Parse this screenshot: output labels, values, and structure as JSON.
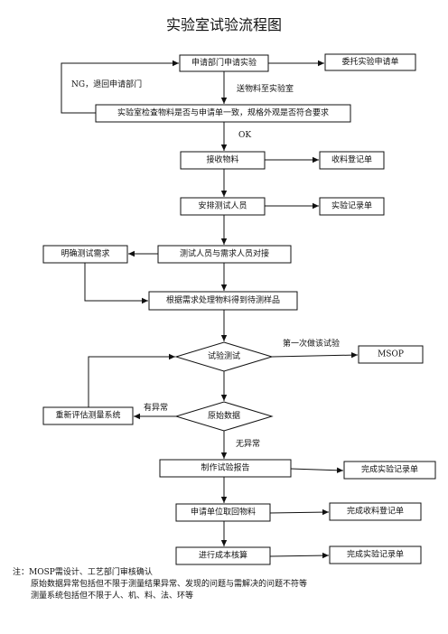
{
  "title": "实验室试验流程图",
  "nodes": {
    "apply": "申请部门申请实验",
    "commission_form": "委托实验申请单",
    "ng_return": "NG，退回申请部门",
    "send_sample": "送物料至实验室",
    "lab_check": "实验室检查物料是否与申请单一致，规格外观是否符合要求",
    "ok": "OK",
    "receive": "接收物料",
    "receipt_log": "收料登记单",
    "assign": "安排测试人员",
    "test_record": "实验记录单",
    "clarify_req": "明确测试需求",
    "liaise": "测试人员与需求人员对接",
    "prepare": "根据需求处理物料得到待测样品",
    "test": "试验测试",
    "first_test": "第一次做该试验",
    "msop": "MSOP",
    "raw_data": "原始数据",
    "abnormal": "有异常",
    "reassess": "重新评估测量系统",
    "no_abnormal": "无异常",
    "report": "制作试验报告",
    "done_record_1": "完成实验记录单",
    "retrieve": "申请单位取回物料",
    "done_receipt": "完成收料登记单",
    "cost": "进行成本核算",
    "done_record_2": "完成实验记录单"
  },
  "notes": {
    "line1": "注：MOSP需设计、工艺部门审核确认",
    "line2": "原始数据异常包括但不限于测量结果异常、发现的问题与需解决的问题不符等",
    "line3": "测量系统包括但不限于人、机、料、法、环等"
  }
}
